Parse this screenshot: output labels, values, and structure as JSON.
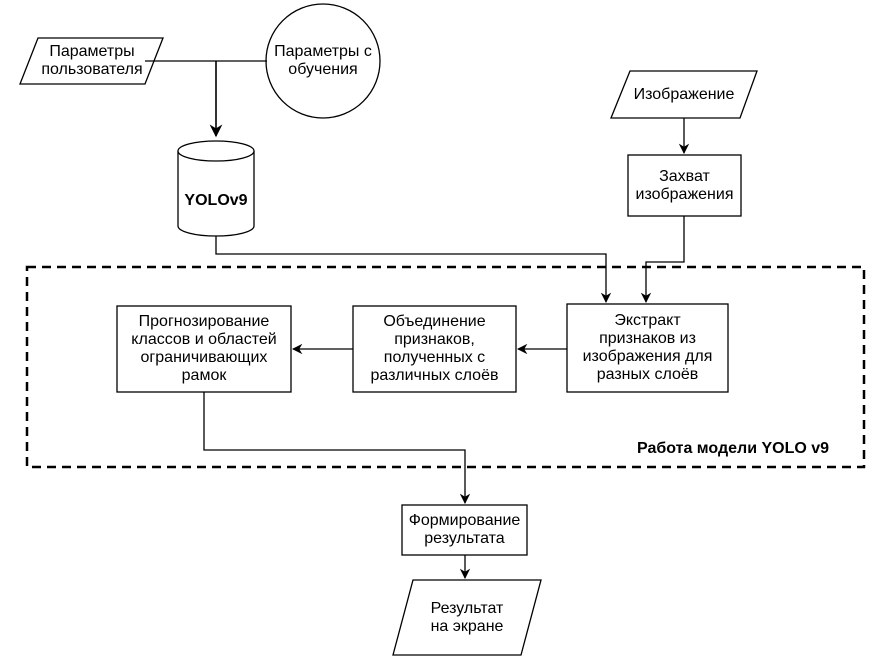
{
  "diagram": {
    "nodes": {
      "user_params": "Параметры\nпользователя",
      "trained_params": "Параметры с\nобучения",
      "yolo_db": "YOLOv9",
      "image": "Изображение",
      "capture": "Захват\nизображения",
      "extract": "Экстракт\nпризнаков из\nизображения для\nразных слоёв",
      "merge": "Объединение\nпризнаков,\nполученных с\nразличных слоёв",
      "predict": "Прогнозирование\nклассов и областей\nограничивающих\nрамок",
      "form_result": "Формирование\nрезультата",
      "screen_result": "Результат\nна экране"
    },
    "region_label": "Работа модели YOLO v9"
  }
}
